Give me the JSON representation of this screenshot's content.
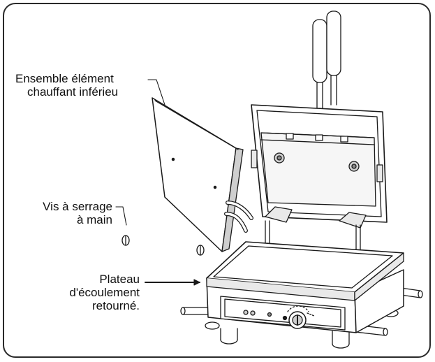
{
  "labels": {
    "heating_element": [
      "Ensemble élément",
      "chauffant inférieu"
    ],
    "hand_screws": [
      "Vis à serrage",
      "à main"
    ],
    "drip_tray": [
      "Plateau",
      "d'écoulement",
      "retourné."
    ]
  },
  "colors": {
    "stroke": "#1a1a1a",
    "frame": "#2a2a2a",
    "shade_light": "#e9e9e9",
    "shade_mid": "#cfcfcf",
    "shade_dark": "#8a8a8a"
  }
}
